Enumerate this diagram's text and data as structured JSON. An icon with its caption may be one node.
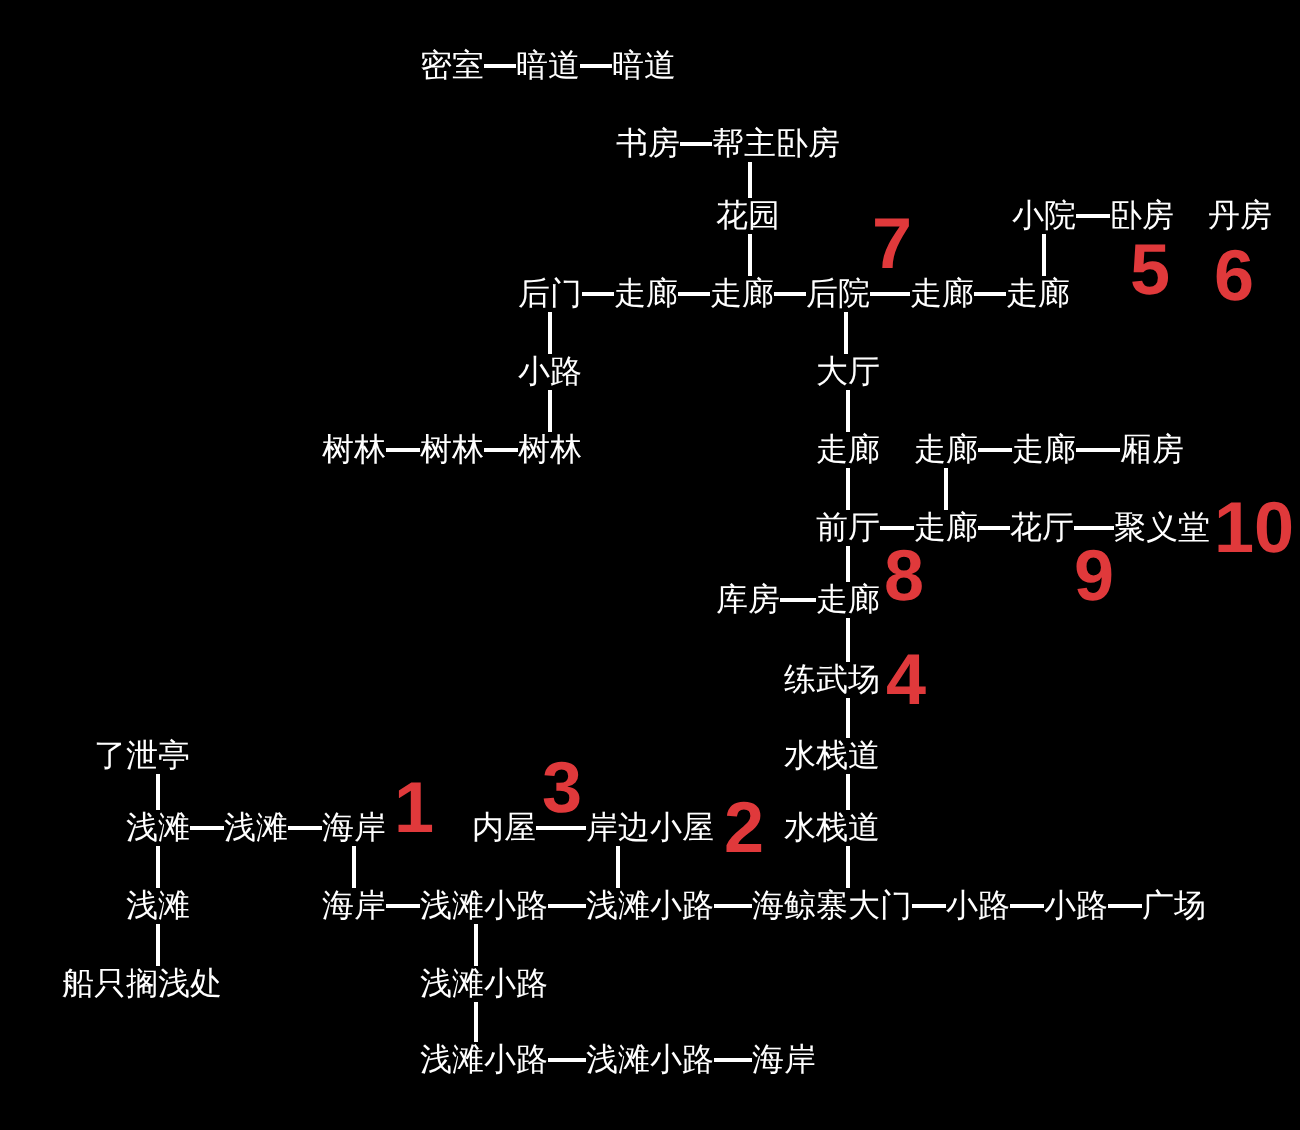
{
  "diagram": {
    "nodes": [
      {
        "text": [
          "密室"
        ]
      },
      {
        "text": [
          "暗道"
        ]
      },
      {
        "text": [
          "暗道"
        ]
      },
      {
        "text": [
          "书房"
        ]
      },
      {
        "text": [
          "帮主卧房"
        ]
      },
      {
        "text": [
          "花园"
        ]
      },
      {
        "text": [
          "小院"
        ]
      },
      {
        "text": [
          "卧房"
        ]
      },
      {
        "text": [
          "丹房"
        ]
      },
      {
        "text": [
          "后门"
        ]
      },
      {
        "text": [
          "走廊"
        ]
      },
      {
        "text": [
          "走廊"
        ]
      },
      {
        "text": [
          "后院"
        ]
      },
      {
        "text": [
          "走廊"
        ]
      },
      {
        "text": [
          "走廊"
        ]
      },
      {
        "text": [
          "小路"
        ]
      },
      {
        "text": [
          "大厅"
        ]
      },
      {
        "text": [
          "树林"
        ]
      },
      {
        "text": [
          "树林"
        ]
      },
      {
        "text": [
          "树林"
        ]
      },
      {
        "text": [
          "走廊"
        ]
      },
      {
        "text": [
          "走廊"
        ]
      },
      {
        "text": [
          "走廊"
        ]
      },
      {
        "text": [
          "厢房"
        ]
      },
      {
        "text": [
          "前厅"
        ]
      },
      {
        "text": [
          "走廊"
        ]
      },
      {
        "text": [
          "花厅"
        ]
      },
      {
        "text": [
          "聚义堂"
        ]
      },
      {
        "text": [
          "库房"
        ]
      },
      {
        "text": [
          "走廊"
        ]
      },
      {
        "text": [
          "练武场"
        ]
      },
      {
        "text": [
          "了泄亭"
        ]
      },
      {
        "text": [
          "水栈道"
        ]
      },
      {
        "text": [
          "浅滩"
        ]
      },
      {
        "text": [
          "浅滩"
        ]
      },
      {
        "text": [
          "海岸"
        ]
      },
      {
        "text": [
          "内屋"
        ]
      },
      {
        "text": [
          "岸边小屋"
        ]
      },
      {
        "text": [
          "水栈道"
        ]
      },
      {
        "text": [
          "浅滩"
        ]
      },
      {
        "text": [
          "海岸"
        ]
      },
      {
        "text": [
          "浅滩小路"
        ]
      },
      {
        "text": [
          "浅滩小路"
        ]
      },
      {
        "text": [
          "海鲸寨大门"
        ]
      },
      {
        "text": [
          "小路"
        ]
      },
      {
        "text": [
          "小路"
        ]
      },
      {
        "text": [
          "广场"
        ]
      },
      {
        "text": [
          "船只搁浅处"
        ]
      },
      {
        "text": [
          "浅滩小路"
        ]
      },
      {
        "text": [
          "浅滩小路"
        ]
      },
      {
        "text": [
          "浅滩小路"
        ]
      },
      {
        "text": [
          "海岸"
        ]
      }
    ],
    "edges": [
      {
        "from": 0,
        "to": 1,
        "arrow": "none"
      },
      {
        "from": 1,
        "to": 2,
        "arrow": "none"
      },
      {
        "from": 3,
        "to": 4,
        "arrow": "none"
      },
      {
        "from": 4,
        "to": 5,
        "arrow": "none"
      },
      {
        "from": 6,
        "to": 7,
        "arrow": "none"
      },
      {
        "from": 5,
        "to": 11,
        "arrow": "none"
      },
      {
        "from": 9,
        "to": 10,
        "arrow": "none"
      },
      {
        "from": 10,
        "to": 11,
        "arrow": "none"
      },
      {
        "from": 11,
        "to": 12,
        "arrow": "none"
      },
      {
        "from": 12,
        "to": 13,
        "arrow": "none"
      },
      {
        "from": 13,
        "to": 14,
        "arrow": "none"
      },
      {
        "from": 6,
        "to": 14,
        "arrow": "none"
      },
      {
        "from": 9,
        "to": 15,
        "arrow": "none"
      },
      {
        "from": 12,
        "to": 16,
        "arrow": "none"
      },
      {
        "from": 15,
        "to": 19,
        "arrow": "none"
      },
      {
        "from": 16,
        "to": 20,
        "arrow": "none"
      },
      {
        "from": 17,
        "to": 18,
        "arrow": "none"
      },
      {
        "from": 18,
        "to": 19,
        "arrow": "none"
      },
      {
        "from": 21,
        "to": 22,
        "arrow": "none"
      },
      {
        "from": 22,
        "to": 23,
        "arrow": "none"
      },
      {
        "from": 20,
        "to": 24,
        "arrow": "none"
      },
      {
        "from": 21,
        "to": 25,
        "arrow": "none"
      },
      {
        "from": 24,
        "to": 25,
        "arrow": "none"
      },
      {
        "from": 25,
        "to": 26,
        "arrow": "none"
      },
      {
        "from": 26,
        "to": 27,
        "arrow": "none"
      },
      {
        "from": 28,
        "to": 29,
        "arrow": "none"
      },
      {
        "from": 24,
        "to": 29,
        "arrow": "none"
      },
      {
        "from": 29,
        "to": 30,
        "arrow": "none"
      },
      {
        "from": 30,
        "to": 32,
        "arrow": "none"
      },
      {
        "from": 31,
        "to": 33,
        "arrow": "none"
      },
      {
        "from": 32,
        "to": 38,
        "arrow": "none"
      },
      {
        "from": 33,
        "to": 34,
        "arrow": "none"
      },
      {
        "from": 34,
        "to": 35,
        "arrow": "none"
      },
      {
        "from": 36,
        "to": 37,
        "arrow": "none"
      },
      {
        "from": 33,
        "to": 39,
        "arrow": "none"
      },
      {
        "from": 35,
        "to": 40,
        "arrow": "none"
      },
      {
        "from": 37,
        "to": 42,
        "arrow": "none"
      },
      {
        "from": 38,
        "to": 43,
        "arrow": "none"
      },
      {
        "from": 40,
        "to": 41,
        "arrow": "none"
      },
      {
        "from": 41,
        "to": 42,
        "arrow": "none"
      },
      {
        "from": 42,
        "to": 43,
        "arrow": "none"
      },
      {
        "from": 43,
        "to": 44,
        "arrow": "none"
      },
      {
        "from": 44,
        "to": 45,
        "arrow": "none"
      },
      {
        "from": 45,
        "to": 46,
        "arrow": "none"
      },
      {
        "from": 39,
        "to": 47,
        "arrow": "none"
      },
      {
        "from": 41,
        "to": 48,
        "arrow": "none"
      },
      {
        "from": 48,
        "to": 49,
        "arrow": "none"
      },
      {
        "from": 49,
        "to": 50,
        "arrow": "none"
      },
      {
        "from": 50,
        "to": 51,
        "arrow": "none"
      }
    ],
    "labels": [
      "5",
      "6",
      "7",
      "8",
      "9",
      "10",
      "4",
      "1",
      "3",
      "2"
    ]
  }
}
